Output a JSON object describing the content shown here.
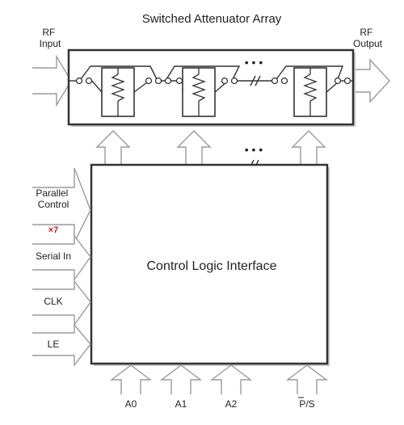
{
  "diagram": {
    "title": "Switched Attenuator Array",
    "rf_input": [
      "RF",
      "Input"
    ],
    "rf_output": [
      "RF",
      "Output"
    ],
    "control_block": "Control Logic Interface",
    "left_inputs": {
      "parallel": [
        "Parallel",
        "Control"
      ],
      "parallel_width": "×7",
      "serial": "Serial In",
      "clk": "CLK",
      "le": "LE"
    },
    "bottom_inputs": [
      "A0",
      "A1",
      "A2",
      "P/S"
    ],
    "ellipsis": "• • •",
    "colors": {
      "stroke": "#333333",
      "arrow_stroke": "#9a9a9a",
      "shadow": "#bdbdbd",
      "accent_red": "#b22222"
    }
  }
}
